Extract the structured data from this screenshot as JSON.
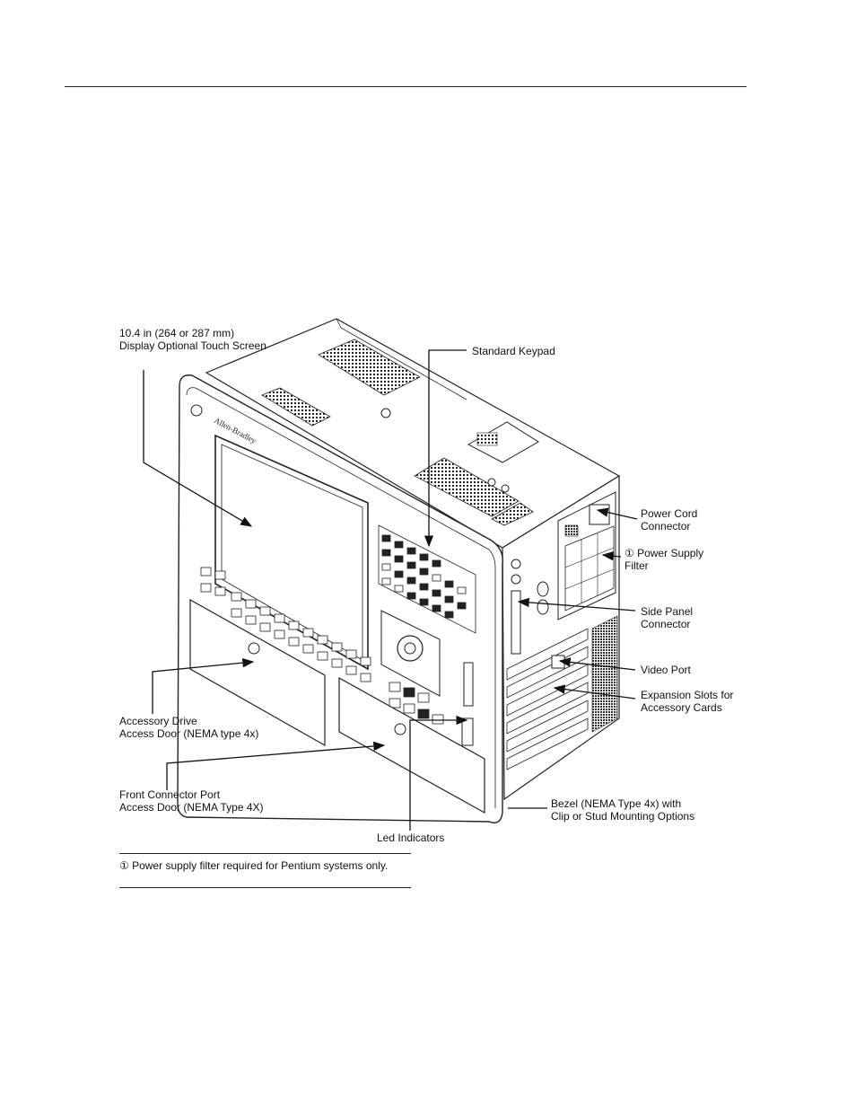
{
  "labels": {
    "display": "10.4 in (264 or 287 mm)\nDisplay Optional Touch Screen",
    "keypad": "Standard Keypad",
    "power_cord": "Power Cord\nConnector",
    "power_filter": "① Power Supply\nFilter",
    "side_panel": "Side Panel\nConnector",
    "video_port": "Video Port",
    "expansion_slots": "Expansion Slots for\nAccessory Cards",
    "accessory_drive": "Accessory Drive\nAccess Door (NEMA type 4x)",
    "front_connector": "Front Connector Port\nAccess Door (NEMA Type 4X)",
    "bezel": "Bezel (NEMA Type 4x) with\nClip or Stud Mounting Options",
    "led": "Led Indicators"
  },
  "brand_text": "Allen-Bradley",
  "footnote": "① Power supply filter required for Pentium systems only."
}
